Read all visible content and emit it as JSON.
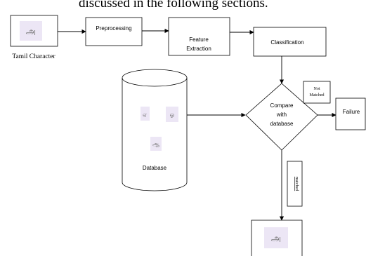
{
  "header": {
    "text": "discussed in the following sections."
  },
  "flow": {
    "input": {
      "char_glyph": "அ",
      "caption": "Tamil Character"
    },
    "preprocessing": {
      "label": "Preprocessing"
    },
    "feature": {
      "line1": "Feature",
      "line2": "Extraction"
    },
    "classification": {
      "label": "Classification"
    },
    "database": {
      "label": "Database",
      "glyphs": [
        "ஏ",
        "ஓ",
        "ஆ"
      ]
    },
    "decision": {
      "line1": "Compare",
      "line2": "with",
      "line3": "database"
    },
    "not_matched": {
      "line1": "Not",
      "line2": "Matched"
    },
    "failure": {
      "label": "Failure"
    },
    "matched": {
      "label": "matched"
    },
    "output": {
      "char_glyph": "அ"
    }
  },
  "colors": {
    "stroke": "#000000",
    "glyph_bg": "#ece6f5",
    "glyph_ink": "#6b6b6b"
  }
}
